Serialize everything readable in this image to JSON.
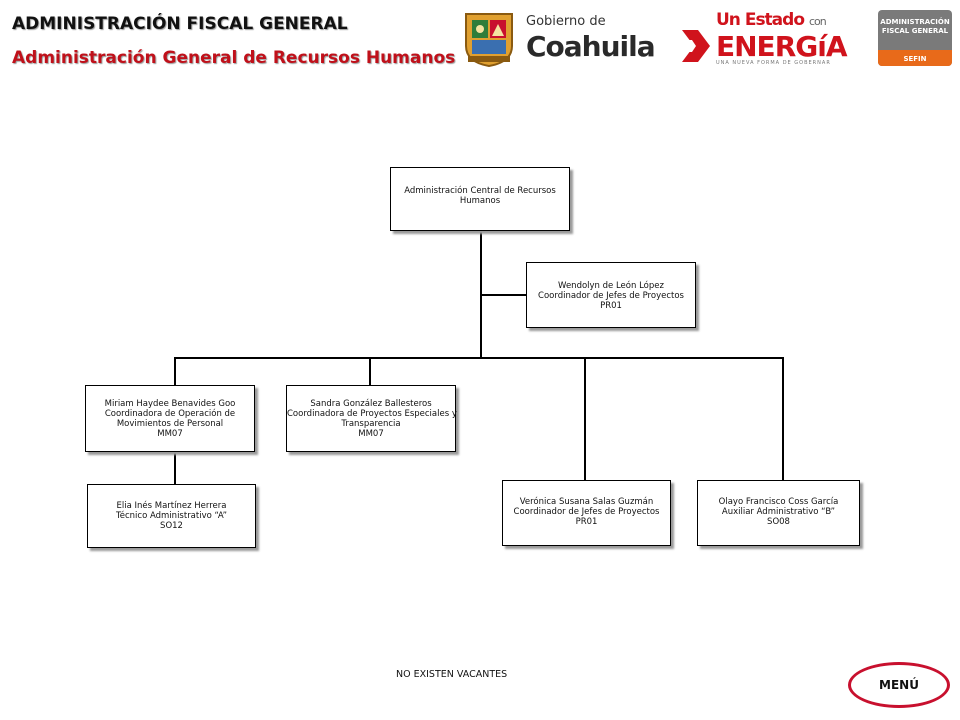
{
  "header": {
    "title": "ADMINISTRACIÓN FISCAL GENERAL",
    "subtitle": "Administración General de Recursos Humanos"
  },
  "logos": {
    "gobierno": {
      "line1": "Gobierno de",
      "line2": "Coahuila"
    },
    "energia": {
      "line1a": "Un Estado",
      "line1b": "con",
      "line2": "ENERGíA",
      "tagline": "UNA NUEVA FORMA DE GOBERNAR"
    },
    "sefin": {
      "line1": "ADMINISTRACIÓN",
      "line2": "FISCAL GENERAL",
      "line3": "SEFIN"
    },
    "colors": {
      "red": "#d0131c",
      "orange": "#e86a1a",
      "gray": "#7a7a7a"
    }
  },
  "org": {
    "root": {
      "lines": [
        "Administración Central de Recursos",
        "Humanos"
      ]
    },
    "advisor": {
      "lines": [
        "Wendolyn de León López",
        "Coordinador de Jefes de Proyectos",
        "PR01"
      ]
    },
    "miriam": {
      "lines": [
        "Miriam Haydee Benavides Goo",
        "Coordinadora de Operación de",
        "Movimientos de Personal",
        "MM07"
      ]
    },
    "sandra": {
      "lines": [
        "Sandra González Ballesteros",
        "Coordinadora de Proyectos Especiales y",
        "Transparencia",
        "MM07"
      ]
    },
    "elia": {
      "lines": [
        "Elia Inés Martínez Herrera",
        "Técnico Administrativo “A”",
        "SO12"
      ]
    },
    "veronica": {
      "lines": [
        "Verónica Susana Salas Guzmán",
        "Coordinador de Jefes de Proyectos",
        "PR01"
      ]
    },
    "olayo": {
      "lines": [
        "Olayo Francisco Coss García",
        "Auxiliar Administrativo “B”",
        "SO08"
      ]
    }
  },
  "footer": {
    "note": "NO EXISTEN VACANTES"
  },
  "nav": {
    "menu_label": "MENÚ"
  }
}
